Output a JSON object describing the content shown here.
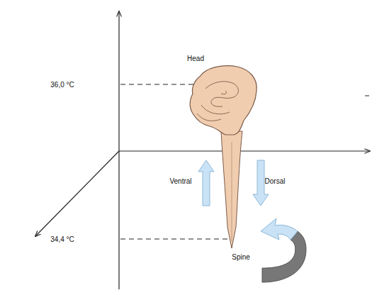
{
  "diagram": {
    "labels": [
      "Head",
      "36,0 °C",
      "Ventral",
      "Dorsal",
      "34,4 °C",
      "Spine"
    ]
  }
}
